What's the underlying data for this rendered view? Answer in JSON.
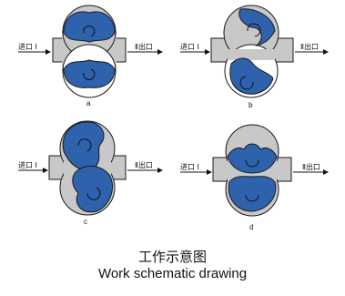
{
  "colors": {
    "rotor_blue": "#2f62ac",
    "casing_gray": "#c8c8c8",
    "outline": "#1a1a1a",
    "background": "#ffffff"
  },
  "panels": [
    {
      "id": "a",
      "label": "a",
      "inlet": "进口 Ⅰ",
      "outlet": "Ⅱ出口"
    },
    {
      "id": "b",
      "label": "b",
      "inlet": "进口 Ⅰ",
      "outlet": "Ⅱ出口"
    },
    {
      "id": "c",
      "label": "c",
      "inlet": "进口 Ⅰ",
      "outlet": "Ⅱ出口"
    },
    {
      "id": "d",
      "label": "d",
      "inlet": "进口 Ⅰ",
      "outlet": "Ⅱ出口"
    }
  ],
  "caption": {
    "zh": "工作示意图",
    "en": "Work schematic drawing"
  }
}
